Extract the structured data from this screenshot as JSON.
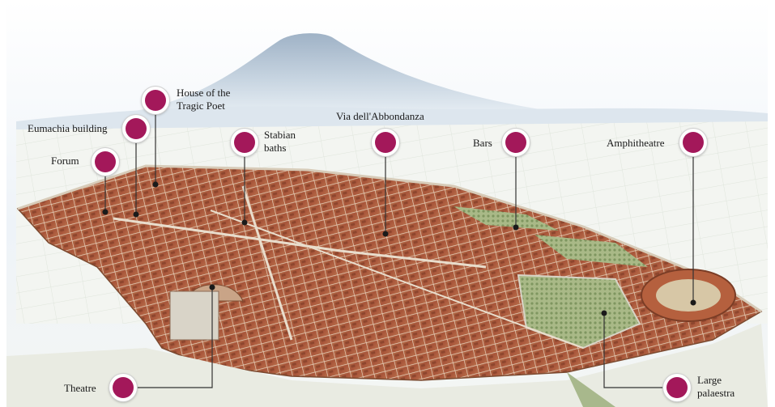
{
  "map": {
    "accent_color": "#a3185a",
    "line_color": "#333333",
    "illustration": "aerial-view-of-ancient-pompeii-with-vesuvius",
    "locations": [
      {
        "id": "house-of-the-tragic-poet",
        "label": "House of the Tragic Poet"
      },
      {
        "id": "eumachia-building",
        "label": "Eumachia building"
      },
      {
        "id": "forum",
        "label": "Forum"
      },
      {
        "id": "stabian-baths",
        "label": "Stabian baths"
      },
      {
        "id": "via-dell-abbondanza",
        "label": "Via dell'Abbondanza"
      },
      {
        "id": "bars",
        "label": "Bars"
      },
      {
        "id": "amphitheatre",
        "label": "Amphitheatre"
      },
      {
        "id": "theatre",
        "label": "Theatre"
      },
      {
        "id": "large-palaestra",
        "label": "Large palaestra"
      }
    ]
  }
}
